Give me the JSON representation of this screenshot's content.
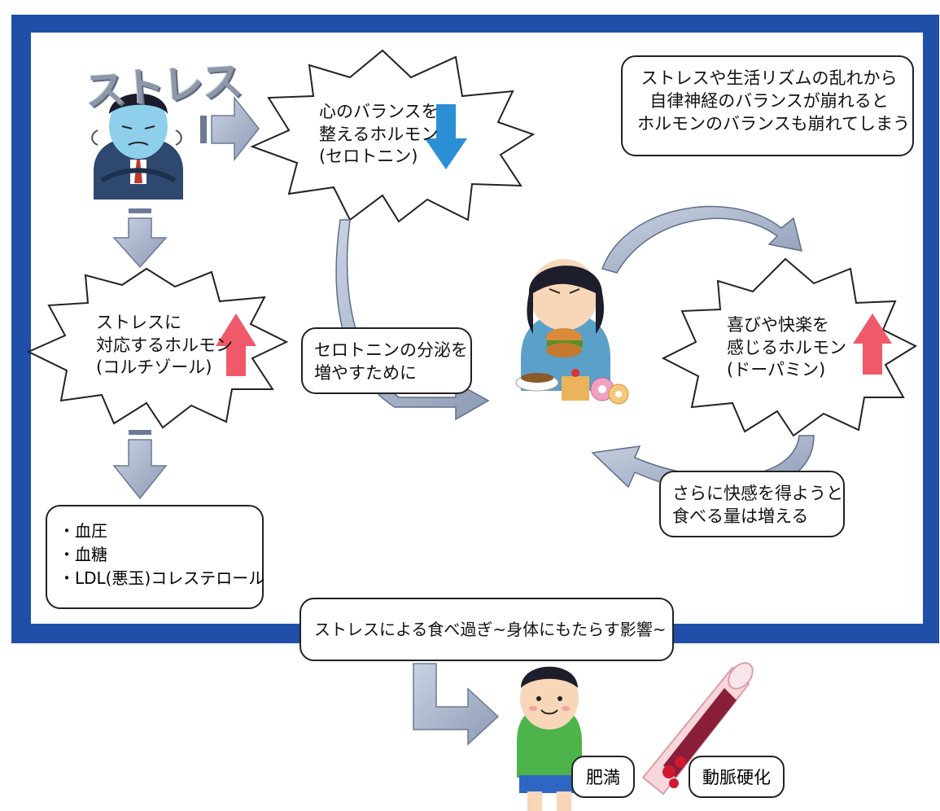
{
  "stress_title": "ストレス",
  "serotonin_burst": {
    "lines": [
      "心のバランスを",
      "整えるホルモン",
      "(セロトニン)"
    ]
  },
  "cortisol_burst": {
    "lines": [
      "ストレスに",
      "対応するホルモン",
      "(コルチゾール)"
    ]
  },
  "dopamine_burst": {
    "lines": [
      "喜びや快楽を",
      "感じるホルモン",
      "(ドーパミン)"
    ]
  },
  "explanation_box": {
    "lines": [
      "ストレスや生活リズムの乱れから",
      "自律神経のバランスが崩れると",
      "ホルモンのバランスも崩れてしまう"
    ]
  },
  "serotonin_note": {
    "lines": [
      "セロトニンの分泌を",
      "増やすために"
    ]
  },
  "pleasure_note": {
    "lines": [
      "さらに快感を得ようと",
      "食べる量は増える"
    ]
  },
  "effects_list": [
    "・血圧",
    "・血糖",
    "・LDL(悪玉)コレステロール"
  ],
  "banner_title": "ストレスによる食べ過ぎ~身体にもたらす影響~",
  "obesity_label": "肥満",
  "arteriosclerosis_label": "動脈硬化",
  "colors": {
    "frame_blue": "#1f4fa8",
    "arrow_gray": "#9aa8c0",
    "up_red": "#f0596a",
    "down_blue": "#2b8fd6"
  }
}
